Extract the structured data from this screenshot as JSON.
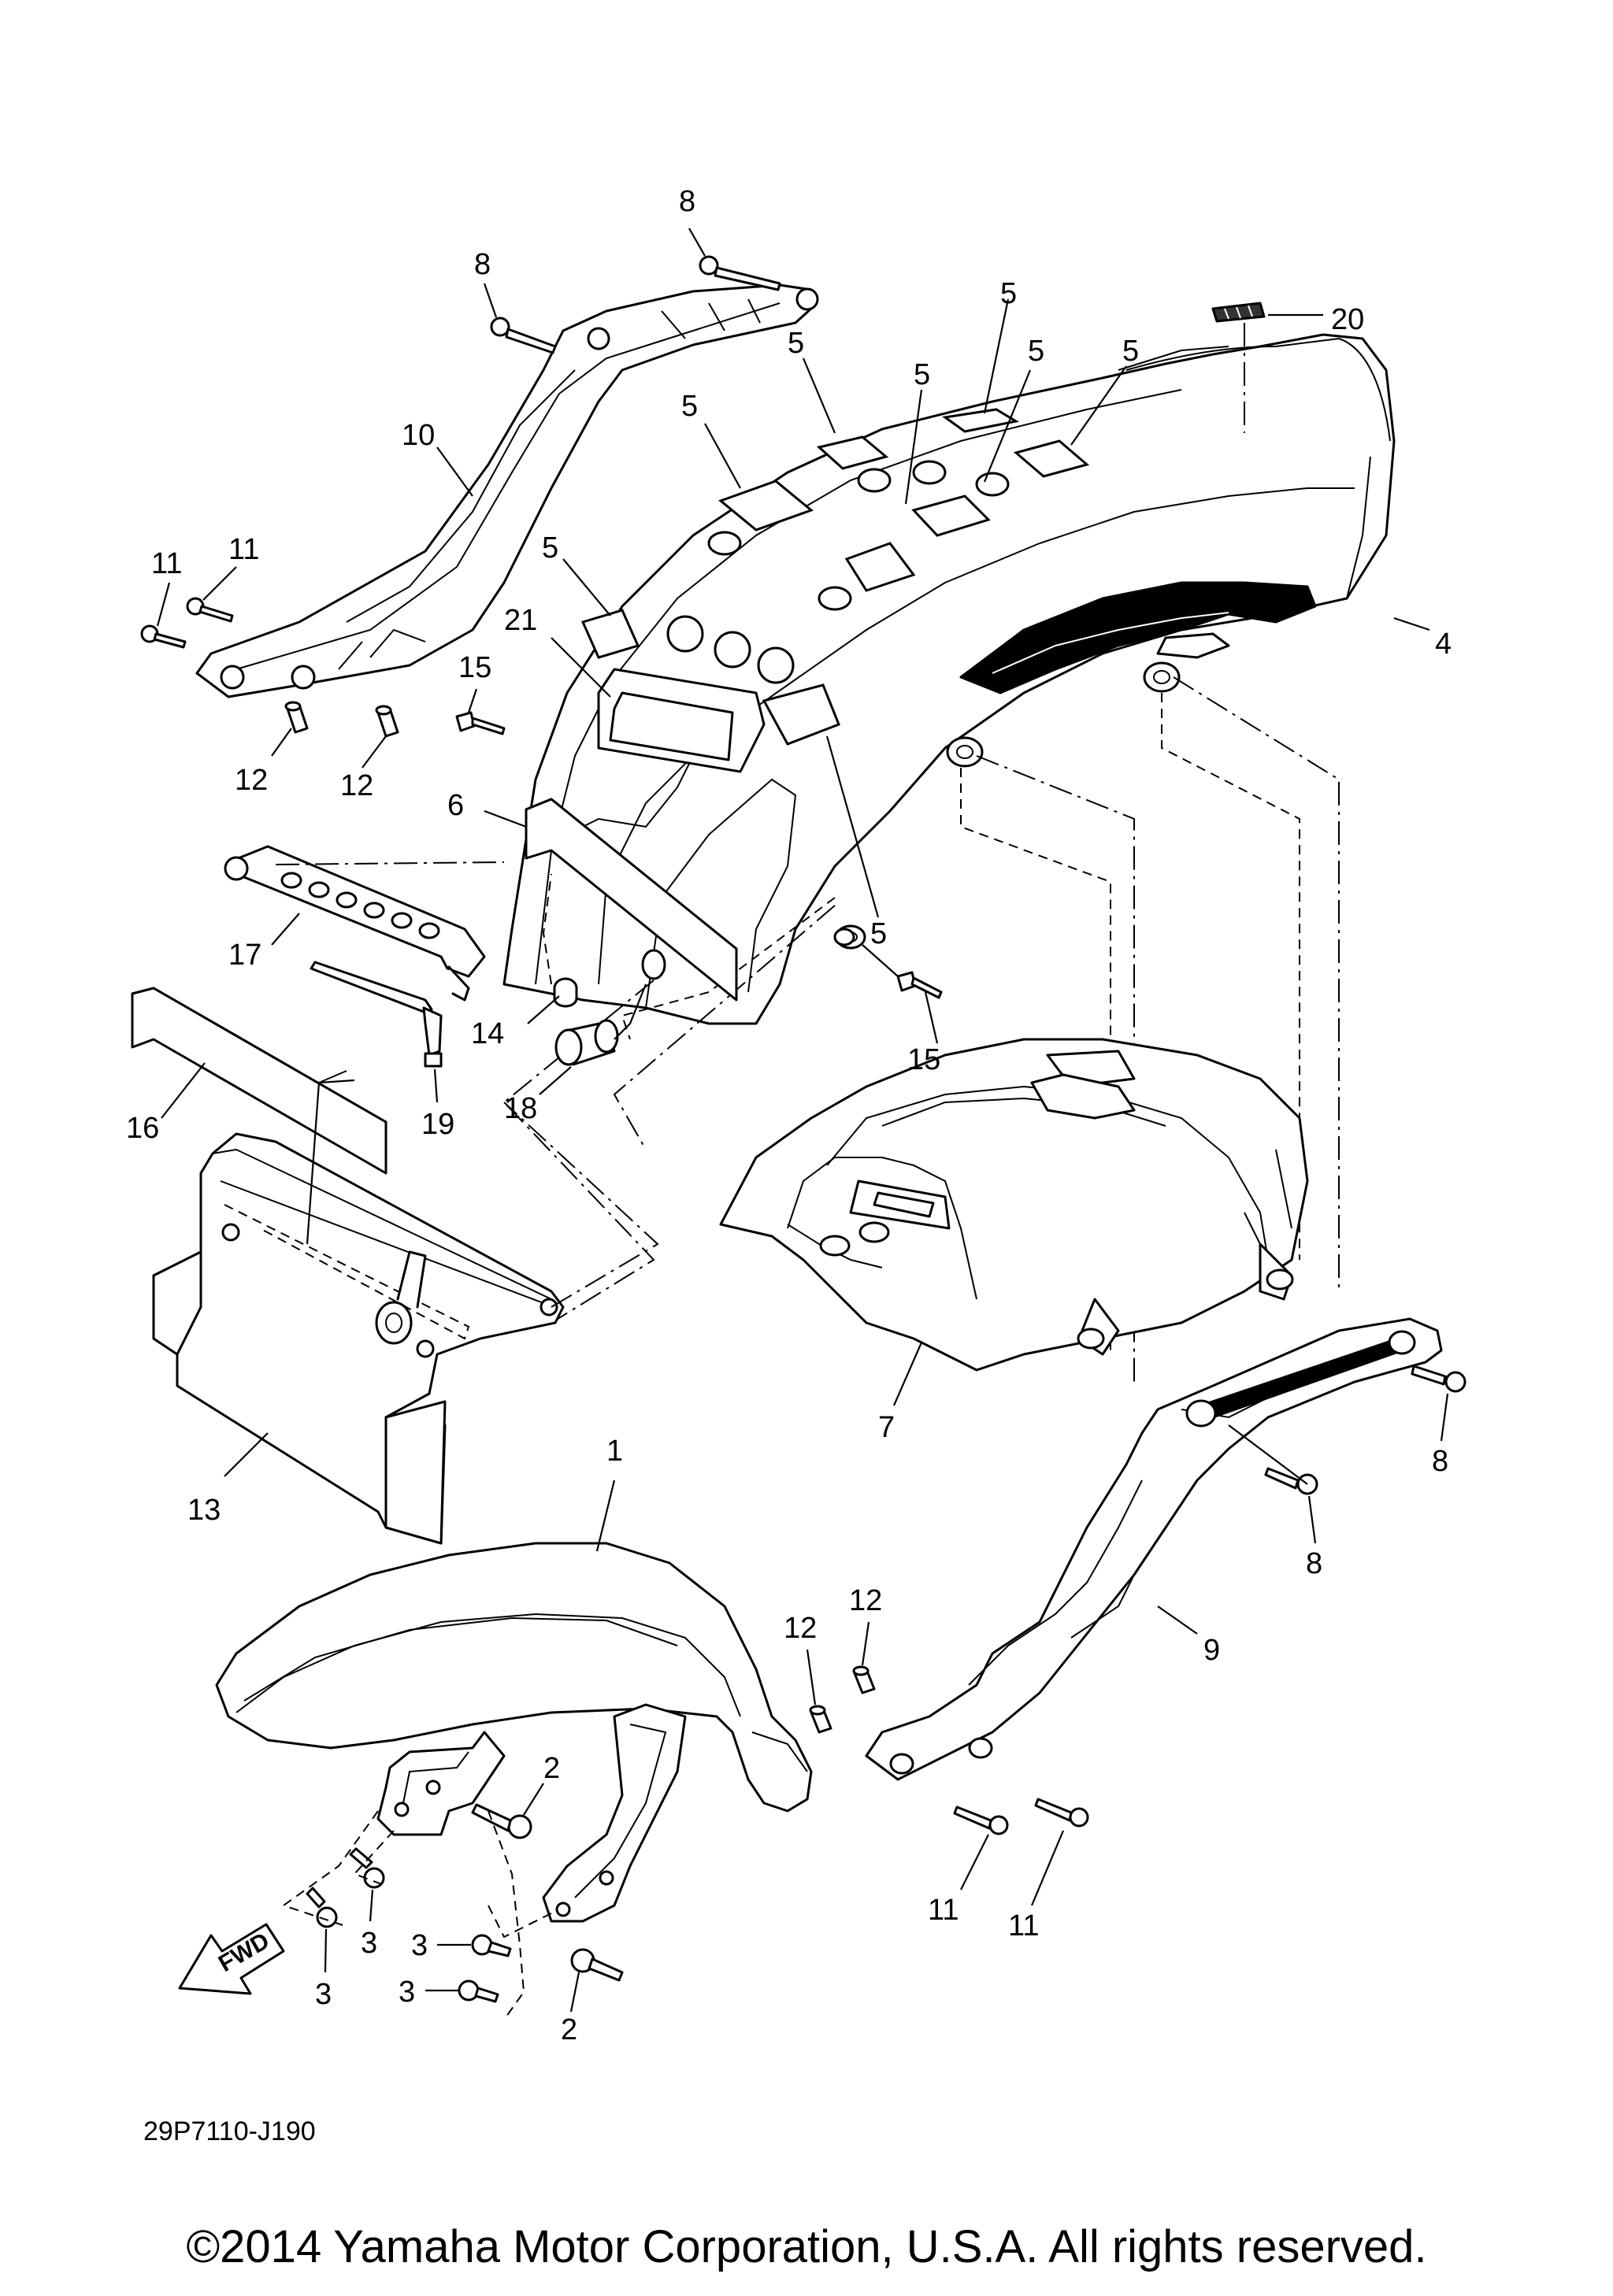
{
  "diagram": {
    "reference_code": "29P7110-J190",
    "copyright": "©2014 Yamaha Motor Corporation, U.S.A. All rights reserved.",
    "direction_label": "FWD",
    "callouts": [
      {
        "id": "c8a",
        "label": "8"
      },
      {
        "id": "c8b",
        "label": "8"
      },
      {
        "id": "c10",
        "label": "10"
      },
      {
        "id": "c11a",
        "label": "11"
      },
      {
        "id": "c11b",
        "label": "11"
      },
      {
        "id": "c12a",
        "label": "12"
      },
      {
        "id": "c12b",
        "label": "12"
      },
      {
        "id": "c5a",
        "label": "5"
      },
      {
        "id": "c5b",
        "label": "5"
      },
      {
        "id": "c5c",
        "label": "5"
      },
      {
        "id": "c5d",
        "label": "5"
      },
      {
        "id": "c5e",
        "label": "5"
      },
      {
        "id": "c5f",
        "label": "5"
      },
      {
        "id": "c5g",
        "label": "5"
      },
      {
        "id": "c5h",
        "label": "5"
      },
      {
        "id": "c20",
        "label": "20"
      },
      {
        "id": "c4",
        "label": "4"
      },
      {
        "id": "c21",
        "label": "21"
      },
      {
        "id": "c15a",
        "label": "15"
      },
      {
        "id": "c15b",
        "label": "15"
      },
      {
        "id": "c6",
        "label": "6"
      },
      {
        "id": "c17",
        "label": "17"
      },
      {
        "id": "c14",
        "label": "14"
      },
      {
        "id": "c18",
        "label": "18"
      },
      {
        "id": "c16",
        "label": "16"
      },
      {
        "id": "c19",
        "label": "19"
      },
      {
        "id": "c7",
        "label": "7"
      },
      {
        "id": "c13",
        "label": "13"
      },
      {
        "id": "c1",
        "label": "1"
      },
      {
        "id": "c8c",
        "label": "8"
      },
      {
        "id": "c8d",
        "label": "8"
      },
      {
        "id": "c9",
        "label": "9"
      },
      {
        "id": "c12c",
        "label": "12"
      },
      {
        "id": "c12d",
        "label": "12"
      },
      {
        "id": "c2a",
        "label": "2"
      },
      {
        "id": "c2b",
        "label": "2"
      },
      {
        "id": "c3a",
        "label": "3"
      },
      {
        "id": "c3b",
        "label": "3"
      },
      {
        "id": "c3c",
        "label": "3"
      },
      {
        "id": "c3d",
        "label": "3"
      },
      {
        "id": "c11c",
        "label": "11"
      },
      {
        "id": "c11d",
        "label": "11"
      }
    ]
  }
}
